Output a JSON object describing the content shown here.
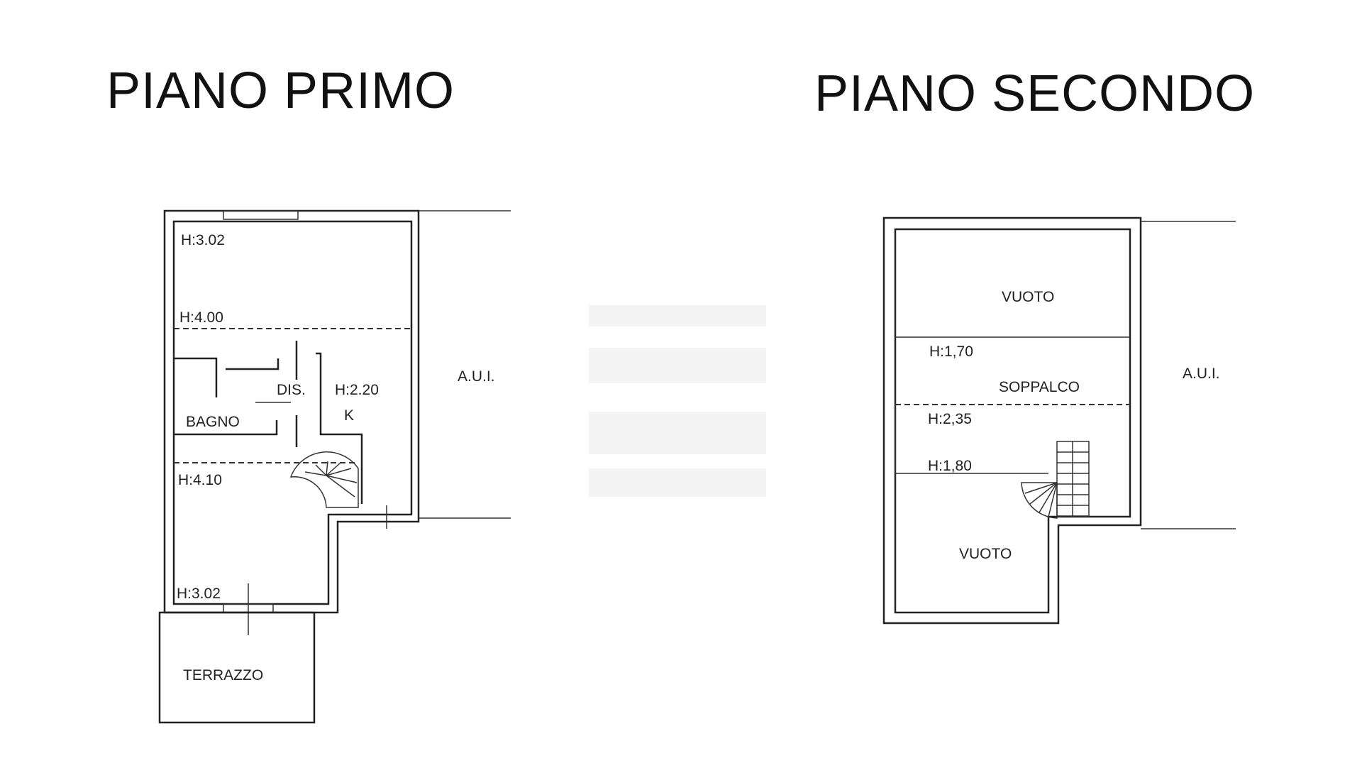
{
  "titles": {
    "primo": "PIANO PRIMO",
    "secondo": "PIANO SECONDO"
  },
  "primo": {
    "h_top": "H:3.02",
    "h_400": "H:4.00",
    "dis": "DIS.",
    "h_220": "H:2.20",
    "k": "K",
    "bagno": "BAGNO",
    "h_410": "H:4.10",
    "h_302_bottom": "H:3.02",
    "terrazzo": "TERRAZZO",
    "aui": "A.U.I."
  },
  "secondo": {
    "vuoto_top": "VUOTO",
    "h_170": "H:1,70",
    "soppalco": "SOPPALCO",
    "h_235": "H:2,35",
    "h_180": "H:1,80",
    "vuoto_bottom": "VUOTO",
    "aui": "A.U.I."
  }
}
